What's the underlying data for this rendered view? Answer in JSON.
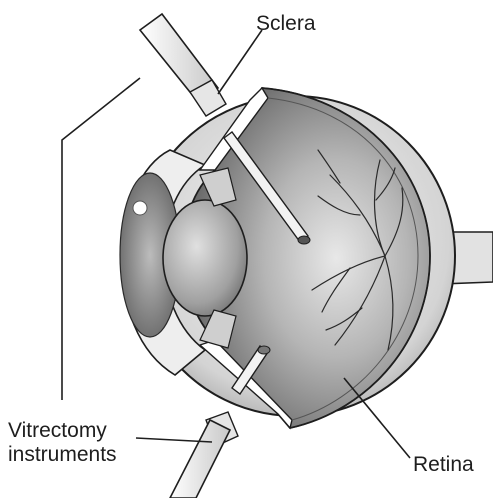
{
  "labels": {
    "sclera": "Sclera",
    "vitrectomy_line1": "Vitrectomy",
    "vitrectomy_line2": "instruments",
    "retina": "Retina"
  },
  "colors": {
    "ink": "#1e1e1e",
    "background": "#ffffff",
    "retina_shade": "#8a8a8a",
    "sclera_shade": "#dcdcdc"
  }
}
